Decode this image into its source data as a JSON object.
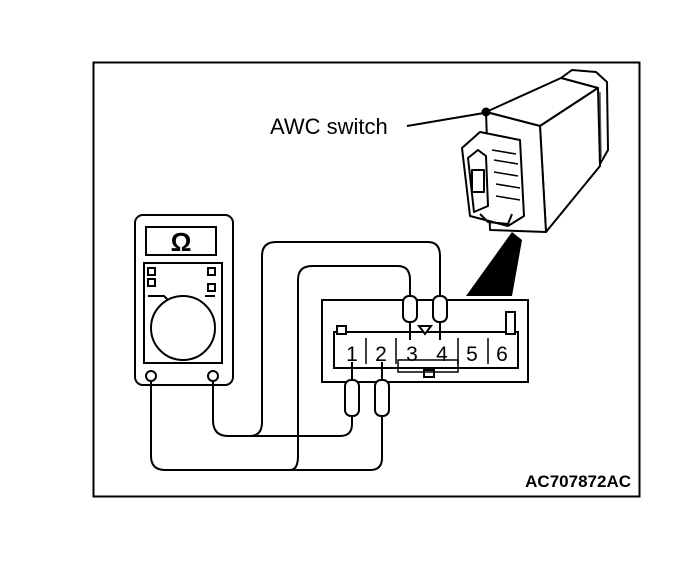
{
  "diagram": {
    "callout_label": "AWC switch",
    "figure_code": "AC707872AC",
    "meter_symbol": "Ω",
    "connector_pins": [
      "1",
      "2",
      "3",
      "4",
      "5",
      "6"
    ],
    "meter_icon": "ohmmeter-icon",
    "colors": {
      "ink": "#000000",
      "background": "#ffffff",
      "shade": "#d9d9d9"
    }
  }
}
